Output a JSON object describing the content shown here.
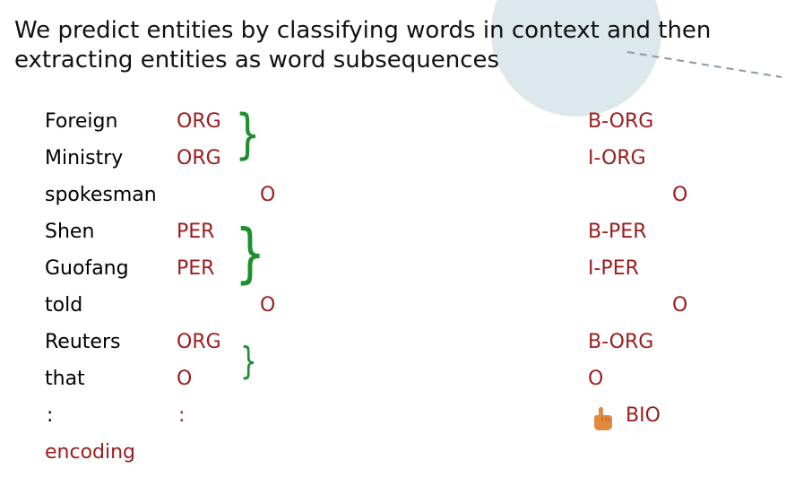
{
  "header": {
    "line1": "We predict entities by classifying words in context and then",
    "line2": "extracting entities as word subsequences"
  },
  "rows": [
    {
      "word": "Foreign",
      "tag": "ORG",
      "bio": "B-ORG"
    },
    {
      "word": "Ministry",
      "tag": "ORG",
      "bio": "I-ORG"
    },
    {
      "word": "spokesman",
      "tag": "O",
      "bio": "O"
    },
    {
      "word": "Shen",
      "tag": "PER",
      "bio": "B-PER"
    },
    {
      "word": "Guofang",
      "tag": "PER",
      "bio": "I-PER"
    },
    {
      "word": "told",
      "tag": "O",
      "bio": "O"
    },
    {
      "word": "Reuters",
      "tag": "ORG",
      "bio": "B-ORG"
    },
    {
      "word": "that",
      "tag": "O",
      "bio": "O"
    },
    {
      "word": ":",
      "tag": ":",
      "bio": "BIO"
    }
  ],
  "footer_word": "encoding",
  "colors": {
    "tag": "#9b1c1c",
    "brace": "#1e8f2e",
    "circle": "#dde8ec"
  },
  "icons": {
    "pointer": "pointing-hand-icon"
  }
}
